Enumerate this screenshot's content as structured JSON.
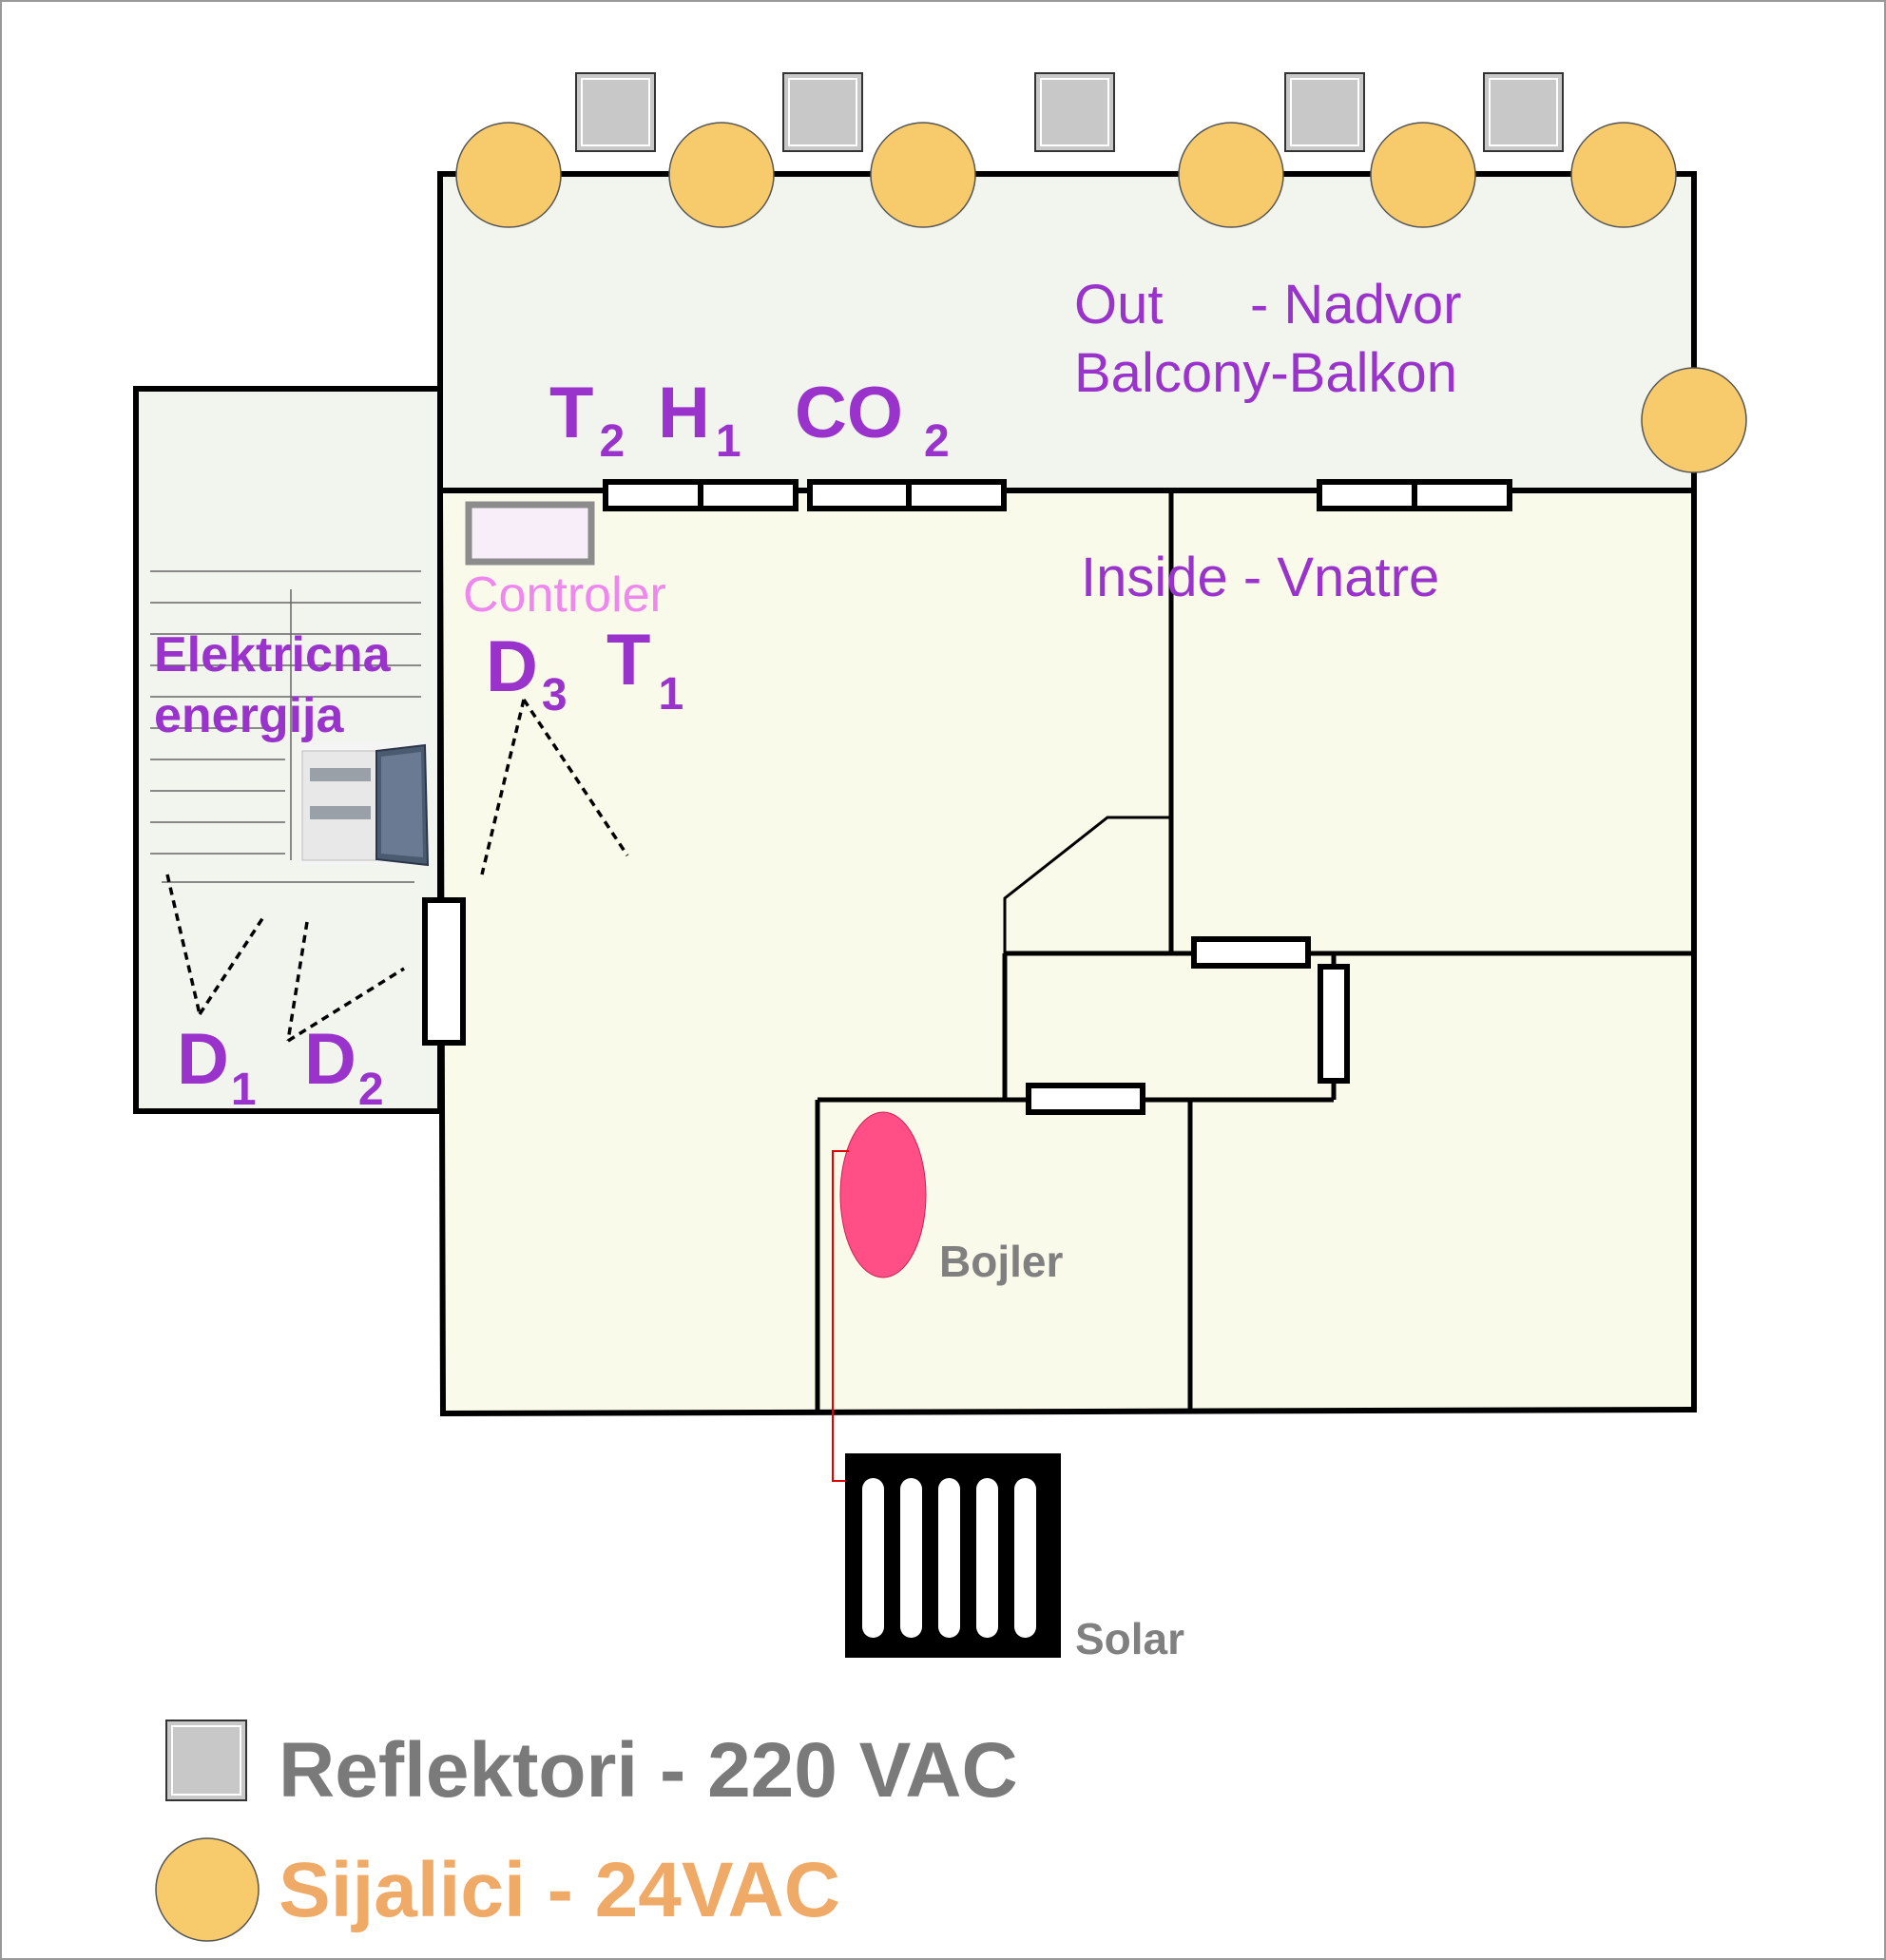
{
  "labels": {
    "out": "Out",
    "nadvor": "- Nadvor",
    "balcony": "Balcony-Balkon",
    "inside": "Inside - Vnatre",
    "controller": "Controler",
    "electric_line1": "Elektricna",
    "electric_line2": "energija",
    "boiler": "Bojler",
    "solar": "Solar"
  },
  "sensors": {
    "t2": {
      "main": "T",
      "sub": "2"
    },
    "h1": {
      "main": "H",
      "sub": "1"
    },
    "co2": {
      "main": "CO",
      "sub": "2"
    },
    "d3": {
      "main": "D",
      "sub": "3"
    },
    "t1": {
      "main": "T",
      "sub": "1"
    },
    "d1": {
      "main": "D",
      "sub": "1"
    },
    "d2": {
      "main": "D",
      "sub": "2"
    }
  },
  "legend": {
    "reflectors": "Reflektori - 220 VAC",
    "bulbs": "Sijalici - 24VAC"
  },
  "colors": {
    "balcony_fill": "#f2f4ee",
    "room_fill": "#fafaea",
    "wall": "#000000",
    "bulb": "#f7cb6c",
    "reflector": "#c8c8c8",
    "boiler": "#ff4f86",
    "sensor_text": "#9933cc",
    "controller_text": "#ee88ee",
    "device_text": "#808080",
    "legend_reflector_text": "#7a7a7a",
    "legend_bulb_text": "#eeaa66"
  }
}
